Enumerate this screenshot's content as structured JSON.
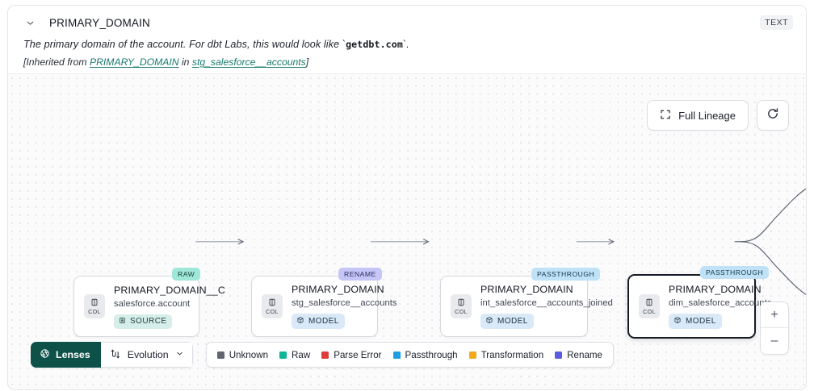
{
  "header": {
    "collapse_icon": "chevron-down-icon",
    "title": "PRIMARY_DOMAIN",
    "type_badge": "TEXT",
    "description_pre": "The primary domain of the account. For dbt Labs, this would look like `",
    "description_code": "getdbt.com",
    "description_post": "`.",
    "inherited_prefix": "[Inherited from ",
    "inherited_column": "PRIMARY_DOMAIN",
    "inherited_middle": " in ",
    "inherited_model": "stg_salesforce__accounts",
    "inherited_suffix": "]"
  },
  "controls": {
    "full_lineage_label": "Full Lineage",
    "full_lineage_icon": "expand-icon",
    "refresh_icon": "refresh-icon",
    "zoom_in": "+",
    "zoom_out": "–"
  },
  "graph": {
    "nodes": [
      {
        "tag": "RAW",
        "tag_kind": "raw",
        "chip_label": "COL",
        "chip_icon": "column-icon",
        "title": "PRIMARY_DOMAIN__C",
        "subtitle": "salesforce.account",
        "type_label": "SOURCE",
        "type_kind": "source",
        "type_icon": "database-icon",
        "selected": false
      },
      {
        "tag": "RENAME",
        "tag_kind": "rename",
        "chip_label": "COL",
        "chip_icon": "column-icon",
        "title": "PRIMARY_DOMAIN",
        "subtitle": "stg_salesforce__accounts",
        "type_label": "MODEL",
        "type_kind": "model",
        "type_icon": "cube-icon",
        "selected": false
      },
      {
        "tag": "PASSTHROUGH",
        "tag_kind": "passthrough",
        "chip_label": "COL",
        "chip_icon": "column-icon",
        "title": "PRIMARY_DOMAIN",
        "subtitle": "int_salesforce__accounts_joined",
        "type_label": "MODEL",
        "type_kind": "model",
        "type_icon": "cube-icon",
        "selected": false
      },
      {
        "tag": "PASSTHROUGH",
        "tag_kind": "passthrough",
        "chip_label": "COL",
        "chip_icon": "column-icon",
        "title": "PRIMARY_DOMAIN",
        "subtitle": "dim_salesforce_accounts",
        "type_label": "MODEL",
        "type_kind": "model",
        "type_icon": "cube-icon",
        "selected": true
      }
    ]
  },
  "toolbar": {
    "lenses_label": "Lenses",
    "lenses_icon": "aperture-icon",
    "evolution_label": "Evolution",
    "evolution_icon": "evolution-icon",
    "evolution_chevron": "chevron-down-icon"
  },
  "legend": {
    "items": [
      {
        "label": "Unknown",
        "color": "#5f6670"
      },
      {
        "label": "Raw",
        "color": "#10b497"
      },
      {
        "label": "Parse Error",
        "color": "#e03b3b"
      },
      {
        "label": "Passthrough",
        "color": "#1a9fe0"
      },
      {
        "label": "Transformation",
        "color": "#f2a81d"
      },
      {
        "label": "Rename",
        "color": "#5c5ce0"
      }
    ]
  }
}
